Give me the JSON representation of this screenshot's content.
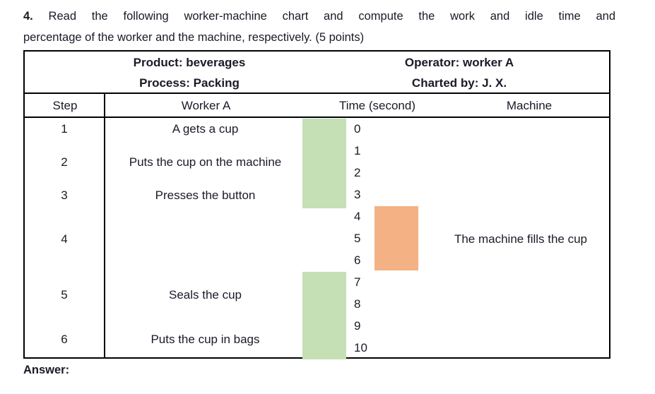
{
  "question": {
    "number": "4.",
    "line1": "Read the following worker-machine chart and compute the work and idle time and",
    "line2": "percentage of the worker and the machine, respectively. (5 points)"
  },
  "table": {
    "info": {
      "product": "Product: beverages",
      "operator": "Operator: worker A",
      "process": "Process: Packing",
      "charted_by": "Charted by: J. X."
    },
    "columns": {
      "step": "Step",
      "worker": "Worker A",
      "time": "Time (second)",
      "machine": "Machine"
    },
    "steps": [
      {
        "number": "1",
        "worker_task": "A gets a cup"
      },
      {
        "number": "2",
        "worker_task": "Puts the cup on the machine"
      },
      {
        "number": "3",
        "worker_task": "Presses the button"
      },
      {
        "number": "4",
        "worker_task": ""
      },
      {
        "number": "5",
        "worker_task": "Seals the cup"
      },
      {
        "number": "6",
        "worker_task": "Puts the cup in bags"
      }
    ],
    "machine_task": "The machine fills the cup",
    "time_ticks": [
      "0",
      "1",
      "2",
      "3",
      "4",
      "5",
      "6",
      "7",
      "8",
      "9",
      "10"
    ]
  },
  "answer_label": "Answer:",
  "colors": {
    "worker_busy": "#c5e0b4",
    "machine_busy": "#f4b183",
    "border": "#000000",
    "text": "#1a1a28",
    "background": "#ffffff"
  },
  "chart_data": {
    "type": "bar",
    "title": "Worker-machine chart: beverages / Packing",
    "xlabel": "",
    "ylabel": "Time (second)",
    "ylim": [
      0,
      10
    ],
    "grid": false,
    "legend": null,
    "time_unit": "second",
    "time_ticks": [
      0,
      1,
      2,
      3,
      4,
      5,
      6,
      7,
      8,
      9,
      10
    ],
    "series": [
      {
        "name": "Worker A",
        "color": "#c5e0b4",
        "intervals": [
          {
            "start": 0,
            "end": 3.4,
            "state": "busy",
            "label": "A gets a cup / Puts the cup on the machine / Presses the button"
          },
          {
            "start": 3.4,
            "end": 5.8,
            "state": "idle",
            "label": ""
          },
          {
            "start": 5.8,
            "end": 10.0,
            "state": "busy",
            "label": "Seals the cup / Puts the cup in bags"
          }
        ]
      },
      {
        "name": "Machine",
        "color": "#f4b183",
        "intervals": [
          {
            "start": 0,
            "end": 3.4,
            "state": "idle",
            "label": ""
          },
          {
            "start": 3.4,
            "end": 6.4,
            "state": "busy",
            "label": "The machine fills the cup"
          },
          {
            "start": 6.4,
            "end": 10.0,
            "state": "idle",
            "label": ""
          }
        ]
      }
    ]
  }
}
